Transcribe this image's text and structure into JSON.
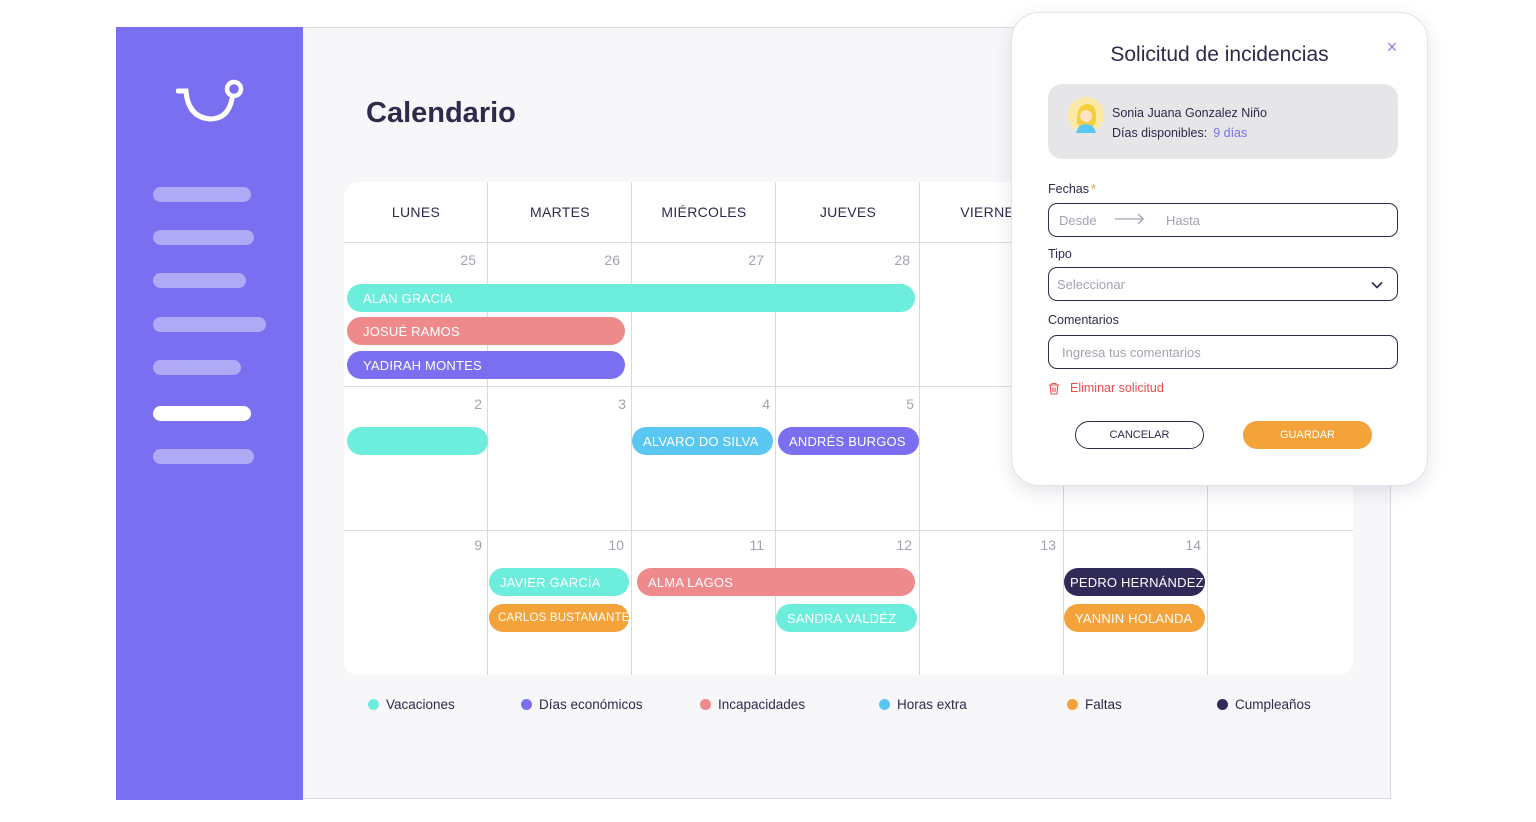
{
  "page": {
    "title": "Calendario"
  },
  "calendar": {
    "weekdays": [
      "LUNES",
      "MARTES",
      "MIÉRCOLES",
      "JUEVES",
      "VIERNES"
    ],
    "weeks": [
      {
        "dates": [
          "25",
          "26",
          "27",
          "28",
          "",
          "",
          ""
        ]
      },
      {
        "dates": [
          "2",
          "3",
          "4",
          "5",
          "",
          "",
          ""
        ]
      },
      {
        "dates": [
          "9",
          "10",
          "11",
          "12",
          "13",
          "14",
          ""
        ]
      }
    ],
    "events": [
      {
        "name": "ALAN GRACIA",
        "type": "Vacaciones"
      },
      {
        "name": "JOSUÉ RAMOS",
        "type": "Incapacidades"
      },
      {
        "name": "YADIRAH MONTES",
        "type": "Días económicos"
      },
      {
        "name": "",
        "type": "Vacaciones"
      },
      {
        "name": "ALVARO DO SILVA",
        "type": "Horas extra"
      },
      {
        "name": "ANDRÉS BURGOS",
        "type": "Días económicos"
      },
      {
        "name": "JAVIER GARCÍA",
        "type": "Vacaciones"
      },
      {
        "name": "CARLOS BUSTAMANTE",
        "type": "Faltas"
      },
      {
        "name": "ALMA LAGOS",
        "type": "Incapacidades"
      },
      {
        "name": "SANDRA VALDÉZ",
        "type": "Vacaciones"
      },
      {
        "name": "PEDRO HERNÁNDEZ",
        "type": "Cumpleaños"
      },
      {
        "name": "YANNIN HOLANDA",
        "type": "Faltas"
      }
    ]
  },
  "legend": [
    {
      "label": "Vacaciones",
      "color": "#6deedd"
    },
    {
      "label": "Días económicos",
      "color": "#7a6ff0"
    },
    {
      "label": "Incapacidades",
      "color": "#ef8a8c"
    },
    {
      "label": "Horas extra",
      "color": "#5ac7f3"
    },
    {
      "label": "Faltas",
      "color": "#f4a23a"
    },
    {
      "label": "Cumpleaños",
      "color": "#2f2a58"
    }
  ],
  "modal": {
    "title": "Solicitud de incidencias",
    "close_icon": "close-icon",
    "employee": {
      "name": "Sonia Juana Gonzalez Niño",
      "days_label": "Días disponibles:",
      "days_value": "9 días"
    },
    "dates": {
      "label": "Fechas",
      "required_mark": "*",
      "from_placeholder": "Desde",
      "to_placeholder": "Hasta"
    },
    "type": {
      "label": "Tipo",
      "placeholder": "Seleccionar"
    },
    "comments": {
      "label": "Comentarios",
      "placeholder": "Ingresa tus comentarios"
    },
    "delete_label": "Eliminar solicitud",
    "cancel_label": "CANCELAR",
    "save_label": "GUARDAR"
  },
  "colors": {
    "sidebar": "#7a6ff0",
    "accent": "#7a6ff0",
    "save": "#f4a23a",
    "danger": "#ef4c4c"
  }
}
